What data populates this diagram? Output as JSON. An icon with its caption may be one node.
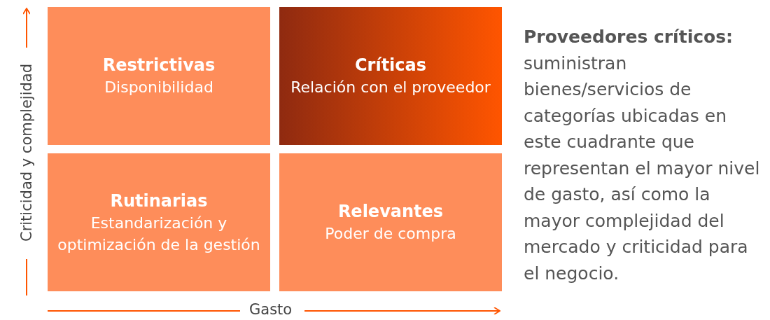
{
  "diagram": {
    "nodes": [
      {
        "text": [
          "Restrictivas",
          "Disponibilidad"
        ]
      },
      {
        "text": [
          "Críticas",
          "Relación con el proveedor"
        ]
      },
      {
        "text": [
          "Rutinarias",
          "Estandarización y optimización de la gestión"
        ]
      },
      {
        "text": [
          "Relevantes",
          "Poder de compra"
        ]
      }
    ],
    "labels": [
      "Criticidad y complejidad",
      "Gasto",
      "**Proveedores críticos:** suministran bienes/servicios de categorías ubicadas en este cuadrante que representan el mayor nivel de gasto, así como la mayor complejidad del mercado y criticidad para el negocio."
    ]
  }
}
